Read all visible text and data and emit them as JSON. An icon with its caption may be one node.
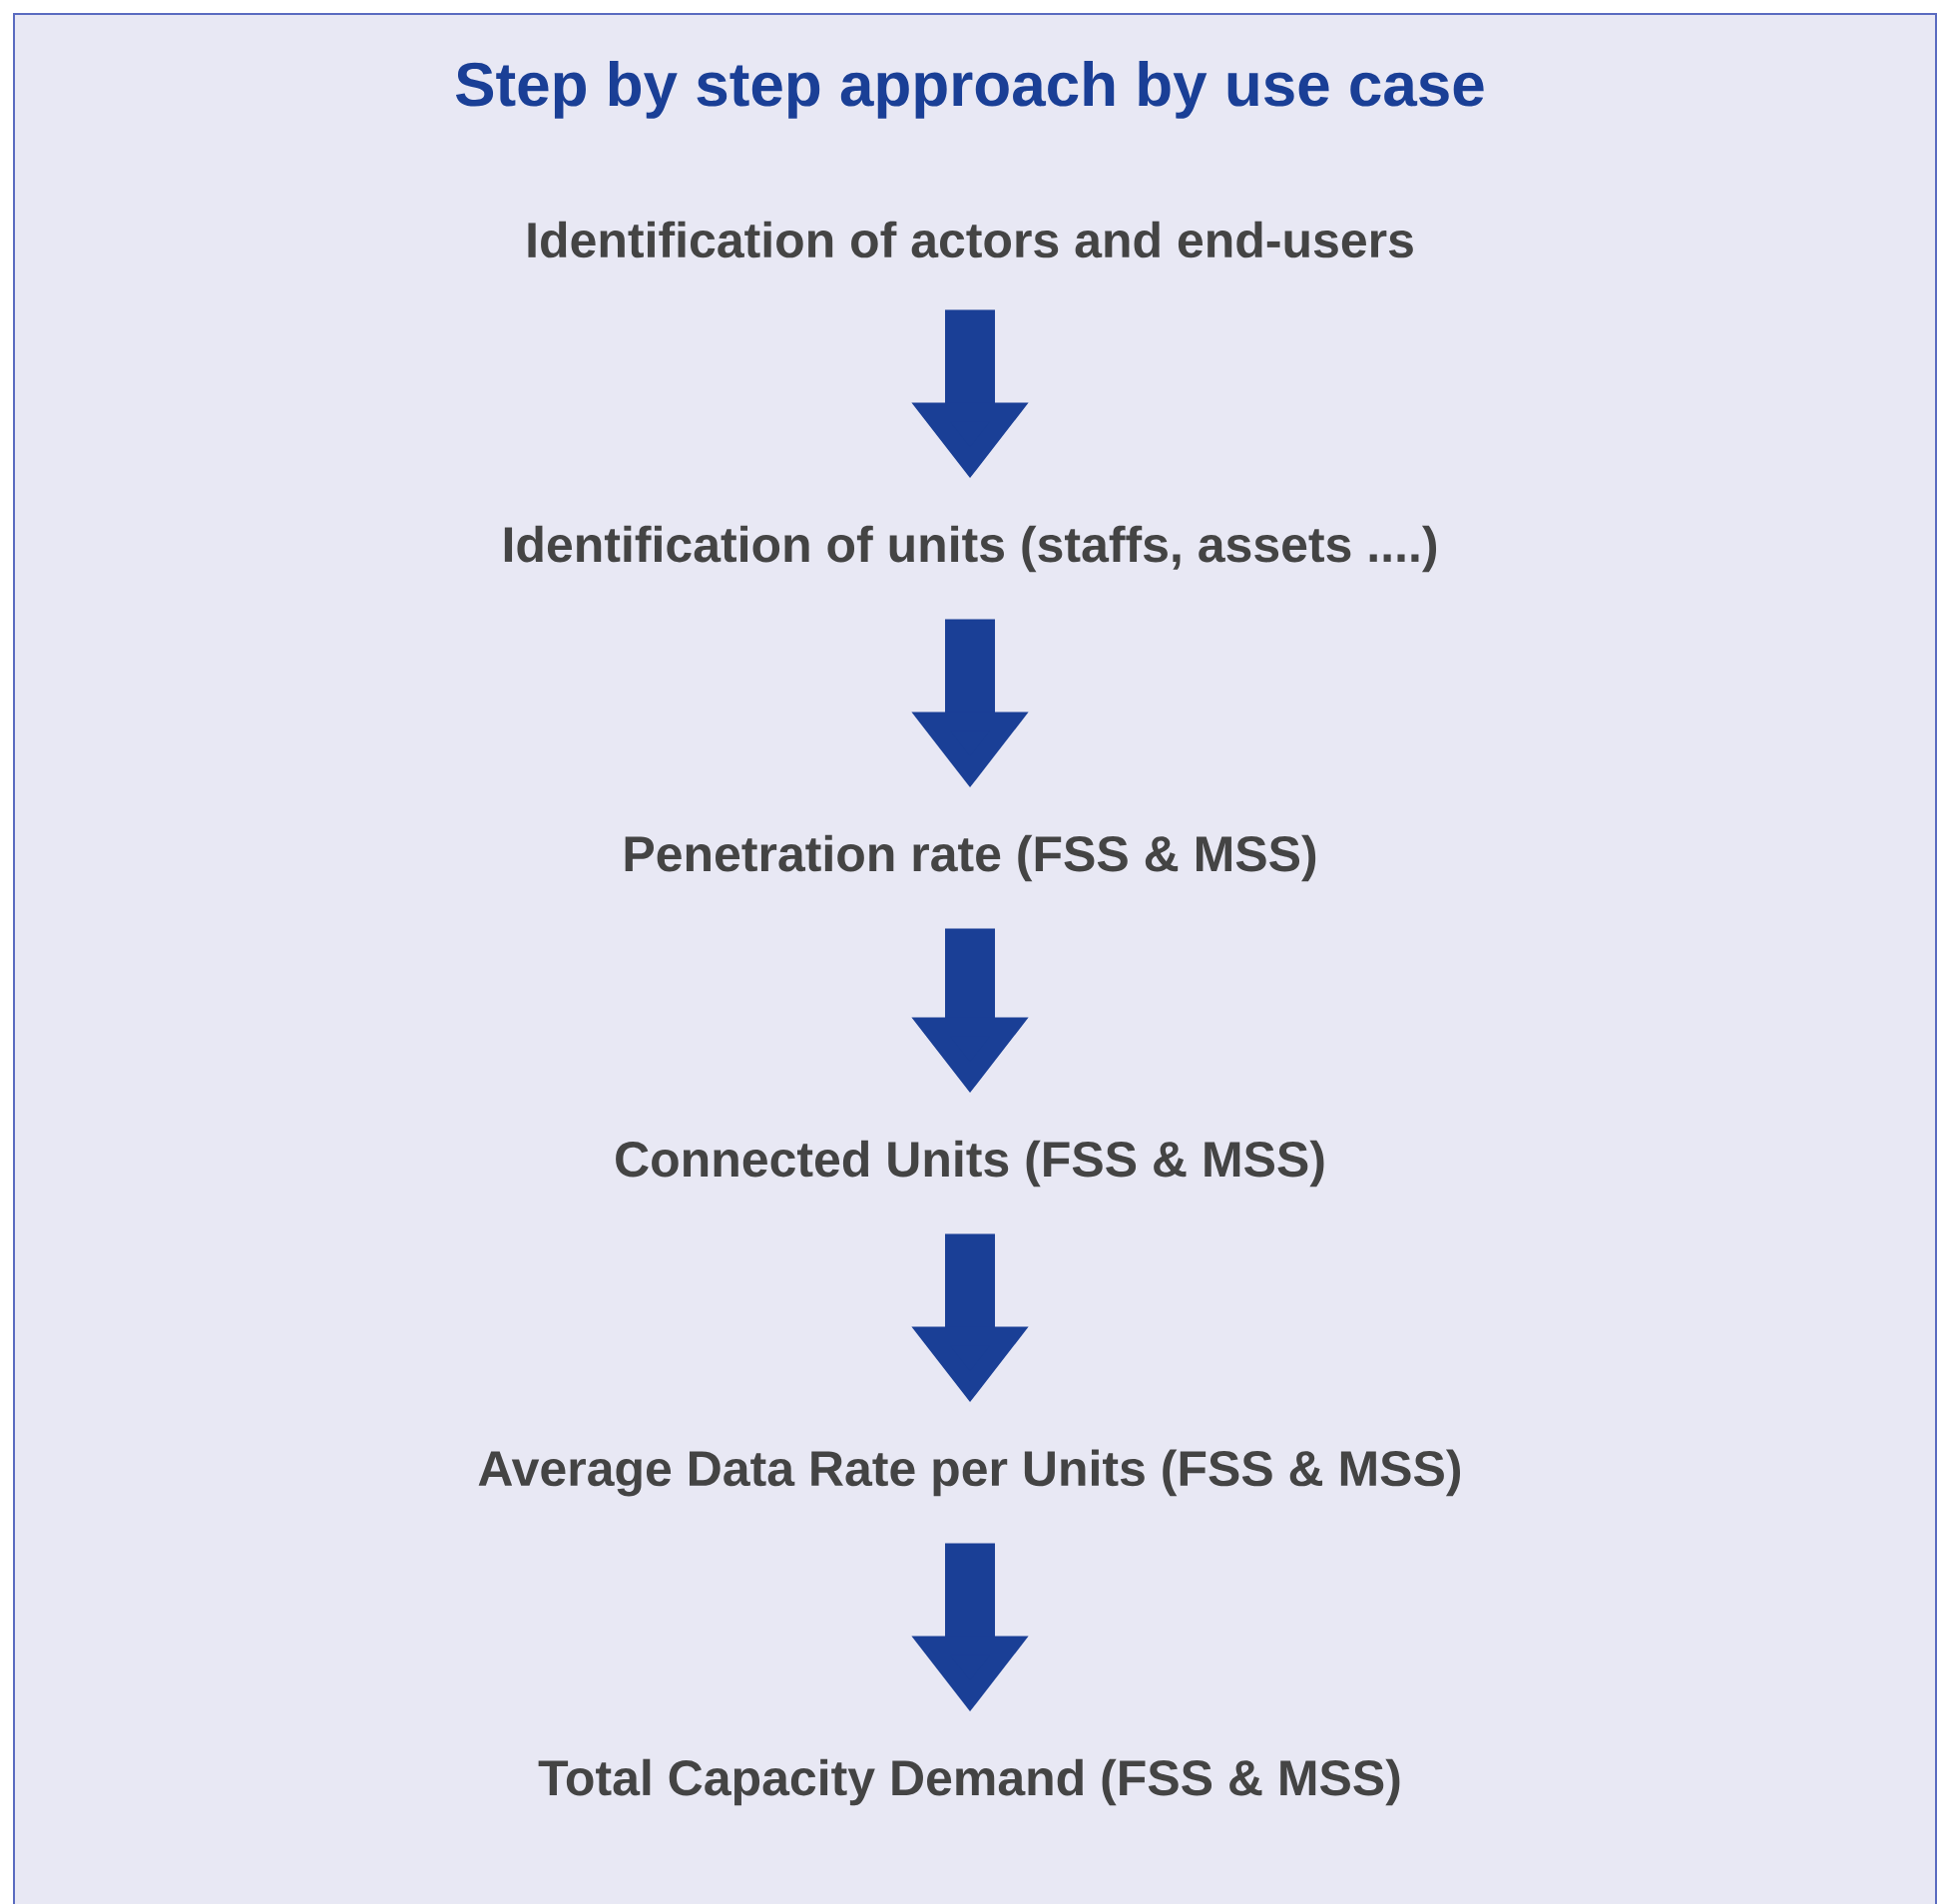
{
  "diagram": {
    "title": "Step by step approach by use case",
    "nodes": [
      {
        "text": [
          "Identification of actors and end-users"
        ]
      },
      {
        "text": [
          "Identification of units (staffs, assets ....)"
        ]
      },
      {
        "text": [
          "Penetration rate (FSS & MSS)"
        ]
      },
      {
        "text": [
          "Connected Units (FSS & MSS)"
        ]
      },
      {
        "text": [
          "Average Data Rate per Units (FSS & MSS)"
        ]
      },
      {
        "text": [
          "Total Capacity Demand (FSS & MSS)"
        ]
      }
    ],
    "edges": [
      {
        "from": 0,
        "to": 1,
        "arrow": "to"
      },
      {
        "from": 1,
        "to": 2,
        "arrow": "to"
      },
      {
        "from": 2,
        "to": 3,
        "arrow": "to"
      },
      {
        "from": 3,
        "to": 4,
        "arrow": "to"
      },
      {
        "from": 4,
        "to": 5,
        "arrow": "to"
      }
    ]
  }
}
